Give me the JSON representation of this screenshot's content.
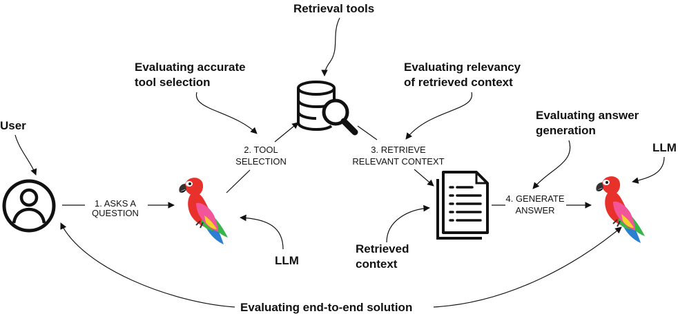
{
  "labels": {
    "user": "User",
    "retrieval_tools": "Retrieval tools",
    "eval_tool_1": "Evaluating accurate",
    "eval_tool_2": "tool selection",
    "eval_relevancy_1": "Evaluating relevancy",
    "eval_relevancy_2": "of retrieved context",
    "eval_answer_1": "Evaluating answer",
    "eval_answer_2": "generation",
    "llm_right": "LLM",
    "llm_bottom": "LLM",
    "retrieved_1": "Retrieved",
    "retrieved_2": "context",
    "e2e": "Evaluating end-to-end solution"
  },
  "steps": {
    "s1_1": "1. ASKS A",
    "s1_2": "QUESTION",
    "s2_1": "2. TOOL",
    "s2_2": "SELECTION",
    "s3_1": "3. RETRIEVE",
    "s3_2": "RELEVANT CONTEXT",
    "s4_1": "4. GENERATE",
    "s4_2": "ANSWER"
  },
  "icons": [
    "user-icon",
    "parrot-llm-icon",
    "database-search-icon",
    "document-icon"
  ],
  "colors": {
    "parrot_red": "#e8312a",
    "parrot_pink": "#f2559a",
    "parrot_yellow": "#f5d327",
    "parrot_green": "#39b54a",
    "parrot_blue": "#2b7fd1",
    "parrot_purple": "#7a3fa0"
  }
}
